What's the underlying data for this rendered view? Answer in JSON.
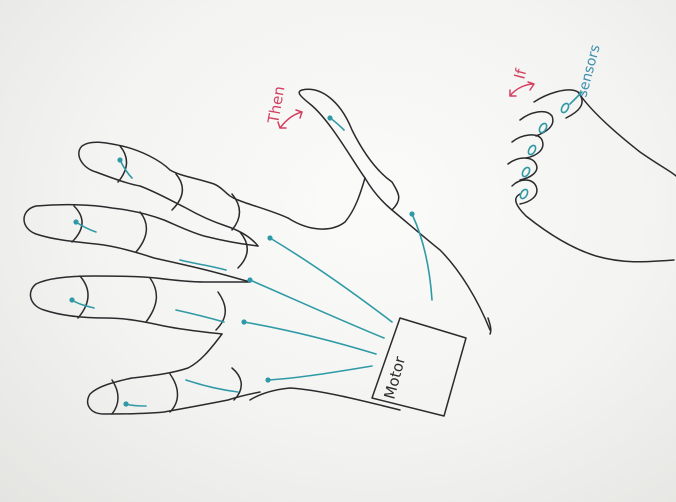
{
  "labels": {
    "then": "Then",
    "if": "If",
    "sensors": "sensors",
    "motor": "Motor"
  },
  "colors": {
    "ink": "#2b2b2e",
    "tendon": "#2f9aa6",
    "annotation_red": "#d4405f",
    "sensor_blue": "#3d8fb0"
  }
}
